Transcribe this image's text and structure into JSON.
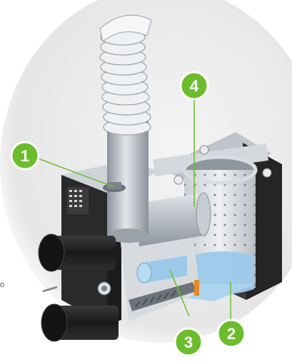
{
  "colors": {
    "background_glow": "#e9e9e9",
    "callout_green": "#6cbd2d",
    "callout_ring": "#ffffff",
    "body_dark": "#2b2b2b",
    "metal_light": "#d9dde2",
    "metal_mid": "#a9b0b8",
    "water_blue": "#9cc9ea",
    "accent_orange": "#e58a1f"
  },
  "callouts": [
    {
      "number": "1",
      "target": "feed-tube-inlet"
    },
    {
      "number": "2",
      "target": "water-reservoir"
    },
    {
      "number": "3",
      "target": "auger-motor-shaft"
    },
    {
      "number": "4",
      "target": "perforated-chamber"
    }
  ],
  "stray_text": "o"
}
